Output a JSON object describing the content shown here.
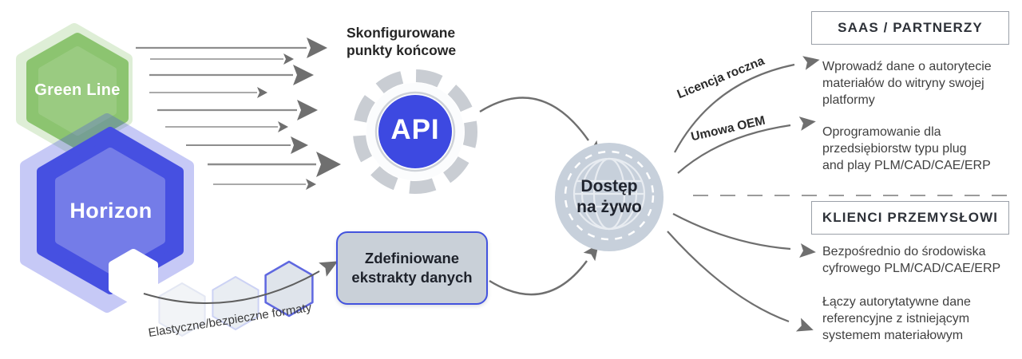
{
  "source": {
    "green_hexagon_label": "Green Line",
    "blue_hexagon_label": "Horizon",
    "formats_caption": "Elastyczne/bezpieczne formaty"
  },
  "endpoints": {
    "title": "Skonfigurowane\npunkty końcowe",
    "api_badge": "API"
  },
  "extracts": {
    "label": "Zdefiniowane\nekstrakty danych"
  },
  "hub": {
    "label": "Dostęp\nna żywo"
  },
  "branch_labels": {
    "annual_license": "Licencja roczna",
    "oem_agreement": "Umowa OEM"
  },
  "saas_section": {
    "header": "SAAS / PARTNERZY",
    "items": [
      "Wprowadź dane o autorytecie\nmateriałów do witryny swojej\nplatformy",
      "Oprogramowanie dla\nprzedsiębiorstw typu plug\nand play PLM/CAD/CAE/ERP"
    ]
  },
  "industrial_section": {
    "header": "KLIENCI PRZEMYSŁOWI",
    "items": [
      "Bezpośrednio do środowiska\ncyfrowego PLM/CAD/CAE/ERP",
      "Łączy autorytatywne dane\nreferencyjne z istniejącym\nsystemem materiałowym"
    ]
  },
  "colors": {
    "green": "#8cc470",
    "blue": "#4650e1",
    "api_blue": "#3d49e1",
    "hub_gray": "#c7d0db",
    "extract_fill": "#c9d0d8",
    "extract_border": "#4353de",
    "arrow_gray": "#6f6f6f",
    "text_dark": "#3c3c3c"
  }
}
